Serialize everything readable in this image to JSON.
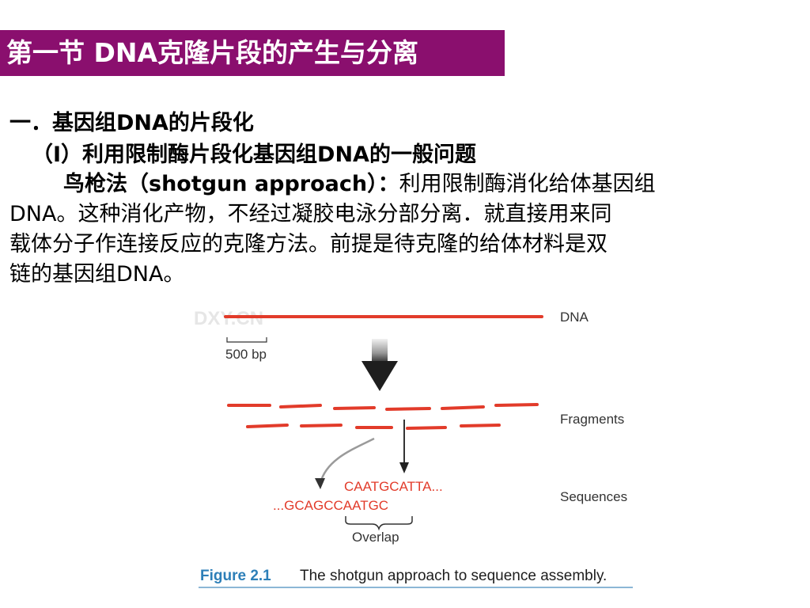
{
  "slide": {
    "title": "第一节 DNA克隆片段的产生与分离",
    "heading": "一．基因组DNA的片段化",
    "subheading": "（I）利用限制酶片段化基因组DNA的一般问题",
    "paragraph": {
      "term": "鸟枪法（shotgun approach）：",
      "line1_rest": "利用限制酶消化给体基因组",
      "line2": "DNA。这种消化产物，不经过凝胶电泳分部分离．就直接用来同",
      "line3": "载体分子作连接反应的克隆方法。前提是待克隆的给体材料是双",
      "line4": "链的基因组DNA。"
    }
  },
  "figure": {
    "watermark": "DXY.CN",
    "scale_bar": "500 bp",
    "label_dna": "DNA",
    "label_fragments": "Fragments",
    "label_sequences": "Sequences",
    "seq_top": "CAATGCATTA...",
    "seq_bottom": "...GCAGCCAATGC",
    "overlap": "Overlap",
    "caption_number": "Figure 2.1",
    "caption_text": "The shotgun approach to sequence assembly.",
    "colors": {
      "dna_red": "#e23b2a",
      "title_bg": "#8a0f6e",
      "caption_blue": "#2d7fb8"
    }
  }
}
